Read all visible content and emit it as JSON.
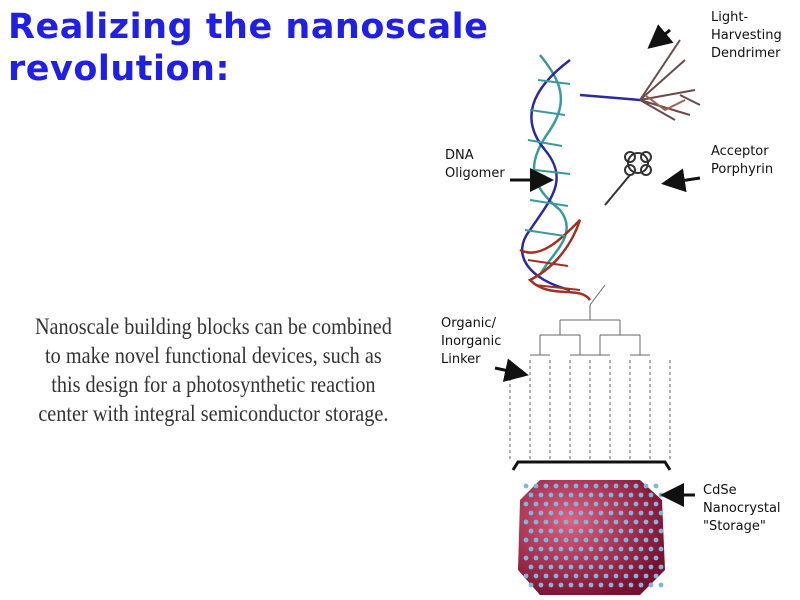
{
  "title": {
    "line1": "Realizing the nanoscale",
    "line2": "revolution:"
  },
  "body": [
    "Nanoscale building blocks can be combined",
    "to make novel functional devices, such as",
    "this design for a photosynthetic reaction",
    "center with integral semiconductor storage."
  ],
  "figure": {
    "labels": {
      "dendrimer": [
        "Light-",
        "Harvesting",
        "Dendrimer"
      ],
      "dna": [
        "DNA",
        "Oligomer"
      ],
      "porphyrin": [
        "Acceptor",
        "Porphyrin"
      ],
      "linker": [
        "Organic/",
        "Inorganic",
        "Linker"
      ],
      "nanocrystal": [
        "CdSe",
        "Nanocrystal",
        "\"Storage\""
      ]
    }
  }
}
